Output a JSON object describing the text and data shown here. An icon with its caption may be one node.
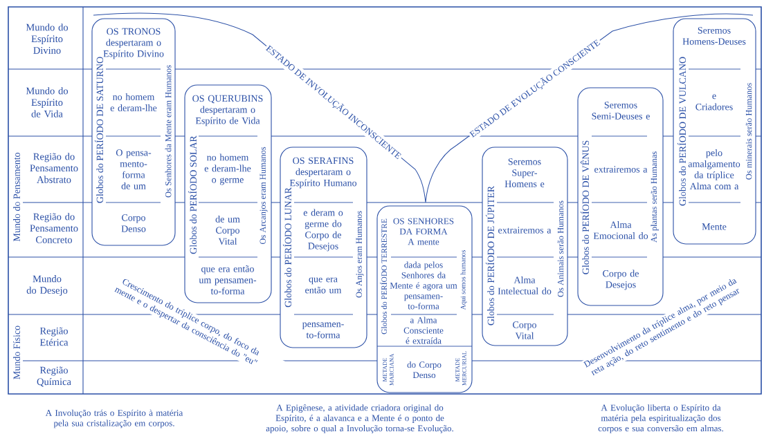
{
  "diagram": {
    "nodes": [
      {
        "text": [
          "Globos do PERÍODO DE SATURNO",
          "OS TRONOS despertaram o Espírito Divino",
          "no homem e deram-lhe",
          "O pensa-mento-forma de um",
          "Corpo Denso",
          "Os Senhores da Mente eram Humanos"
        ]
      },
      {
        "text": [
          "Globos do PERÍODO SOLAR",
          "OS QUERUBINS despertaram o Espírito de Vida",
          "no homem e deram-lhe o germe",
          "de um Corpo Vital",
          "que era então um pensamen-to-forma",
          "Os Arcanjos eram Humanos"
        ]
      },
      {
        "text": [
          "Globos do PERÍODO LUNAR",
          "OS SERAFINS despertaram o Espírito Humano",
          "e deram o germe do Corpo de Desejos",
          "que era então um",
          "pensamen-to-forma",
          "Os Anjos eram Humanos"
        ]
      },
      {
        "text": [
          "Globos do PERÍODO TERRESTRE",
          "OS SENHORES DA FORMA A mente",
          "dada pelos Senhores da Mente é agora um pensamen-to-forma",
          "a Alma Consciente é extraída",
          "Aqui somos humanos",
          "METADE MARCIANA",
          "do Corpo Denso",
          "METADE MERCURIAL"
        ]
      },
      {
        "text": [
          "Globos do PERÍODO DE JÚPITER",
          "Seremos Super-Homens e",
          "extrairemos a",
          "Alma Intelectual do",
          "Corpo Vital",
          "Os Animais serão Humanos"
        ]
      },
      {
        "text": [
          "Globos do PERÍODO DE VÊNUS",
          "Seremos Semi-Deuses e",
          "extrairemos a",
          "Alma Emocional do",
          "Corpo de Desejos",
          "As plantas serão Humanas"
        ]
      },
      {
        "text": [
          "Globos do PERÍODO DE VULCANO",
          "Seremos Homens-Deuses",
          "e Criadores",
          "pelo amalgamento da tríplice Alma com a",
          "Mente",
          "Os minerais serão Humanos"
        ]
      }
    ],
    "labels": [
      "Mundo do Espírito Divino",
      "Mundo do Espírito de Vida",
      "Mundo do Pensamento",
      "Região do Pensamento Abstrato",
      "Região do Pensamento Concreto",
      "Mundo do Desejo",
      "Mundo Físico",
      "Região Etérica",
      "Região Química",
      "ESTADO DE INVOLUÇÃO INCONSCIENTE",
      "ESTADO DE EVOLUÇÃO CONSCIENTE",
      "Crescimento do tríplice corpo, do foco da mente e o despertar da consciência do \"eu\"",
      "Desenvolvimento da tríplice alma, por meio da reta ação, do reto sentimento e do reto pensar",
      "A Involução trás o Espírito à matéria pela sua cristalização em corpos.",
      "A Epigênese, a atividade criadora original do Espírito, é a alavanca e a Mente é o ponto de apoio, sobre o qual a Involução torna-se Evolução.",
      "A Evolução liberta o Espírito da matéria pela espiritualização dos corpos e sua conversão em almas."
    ]
  }
}
